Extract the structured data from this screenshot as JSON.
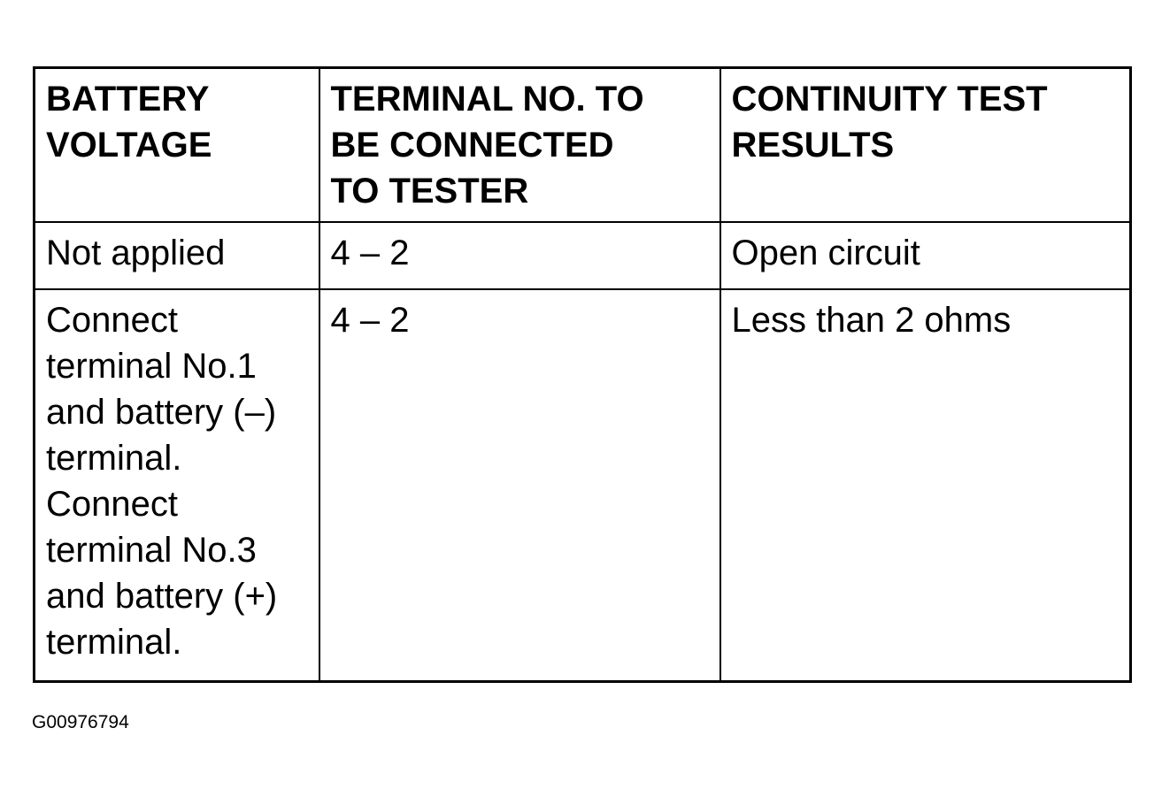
{
  "table": {
    "headers": [
      [
        "BATTERY",
        "VOLTAGE"
      ],
      [
        "TERMINAL NO. TO",
        "BE CONNECTED",
        "TO TESTER"
      ],
      [
        "CONTINUITY TEST",
        "RESULTS"
      ]
    ],
    "rows": [
      {
        "battery_voltage": [
          "Not applied"
        ],
        "terminal": "4 – 2",
        "result": "Open circuit"
      },
      {
        "battery_voltage": [
          "Connect",
          "terminal No.1",
          "and battery (–)",
          "terminal.",
          "Connect",
          "terminal No.3",
          "and battery (+)",
          "terminal."
        ],
        "terminal": "4 – 2",
        "result": "Less than 2 ohms"
      }
    ]
  },
  "figure_id": "G00976794"
}
